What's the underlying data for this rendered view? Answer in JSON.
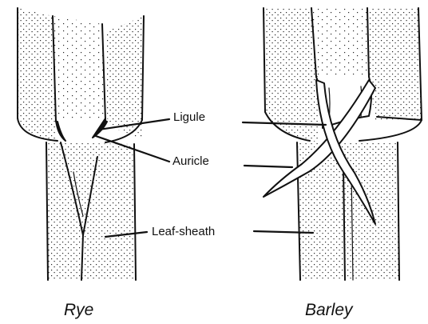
{
  "labels": {
    "ligule": "Ligule",
    "auricle": "Auricle",
    "leaf_sheath": "Leaf-sheath"
  },
  "captions": {
    "rye": "Rye",
    "barley": "Barley"
  }
}
